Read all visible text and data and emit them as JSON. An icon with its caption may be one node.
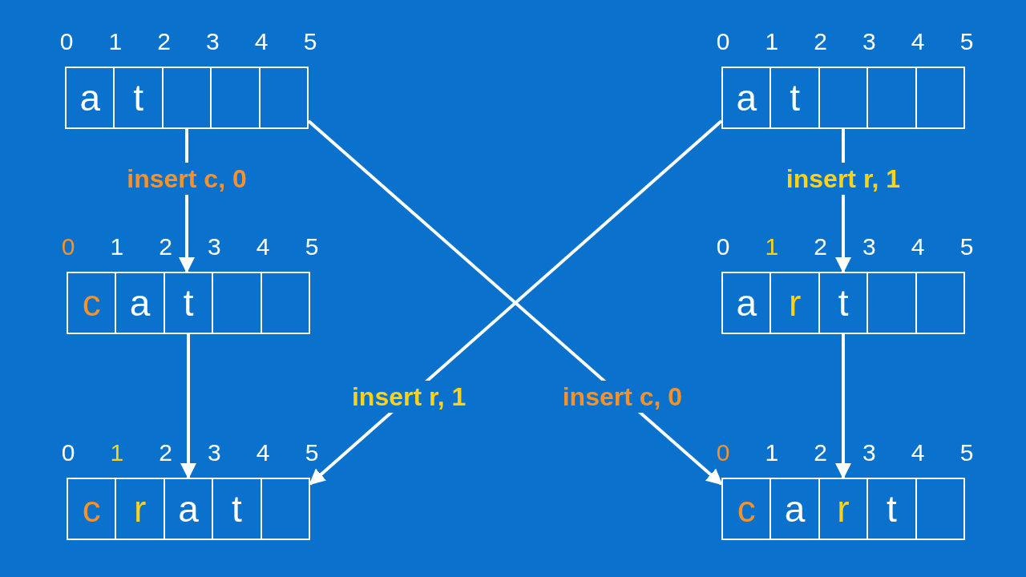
{
  "diagram": {
    "nodes": [
      {
        "text": [
          "a",
          "t"
        ],
        "beside": [
          "0",
          "1",
          "2",
          "3",
          "4",
          "5"
        ]
      },
      {
        "text": [
          "a",
          "t"
        ],
        "beside": [
          "0",
          "1",
          "2",
          "3",
          "4",
          "5"
        ]
      },
      {
        "text": [
          "c",
          "a",
          "t"
        ],
        "beside": [
          "0",
          "1",
          "2",
          "3",
          "4",
          "5"
        ]
      },
      {
        "text": [
          "a",
          "r",
          "t"
        ],
        "beside": [
          "0",
          "1",
          "2",
          "3",
          "4",
          "5"
        ]
      },
      {
        "text": [
          "c",
          "r",
          "a",
          "t"
        ],
        "beside": [
          "0",
          "1",
          "2",
          "3",
          "4",
          "5"
        ]
      },
      {
        "text": [
          "c",
          "a",
          "r",
          "t"
        ],
        "beside": [
          "0",
          "1",
          "2",
          "3",
          "4",
          "5"
        ]
      }
    ],
    "edges": [
      {
        "from": 0,
        "to": 2,
        "arrow": "to",
        "label": "insert c, 0"
      },
      {
        "from": 1,
        "to": 3,
        "arrow": "to",
        "label": "insert r, 1"
      },
      {
        "from": 2,
        "to": 4,
        "arrow": "to"
      },
      {
        "from": 3,
        "to": 5,
        "arrow": "to"
      },
      {
        "from": 1,
        "to": 4,
        "arrow": "to",
        "label": "insert r, 1"
      },
      {
        "from": 0,
        "to": 5,
        "arrow": "to",
        "label": "insert c, 0"
      }
    ]
  }
}
